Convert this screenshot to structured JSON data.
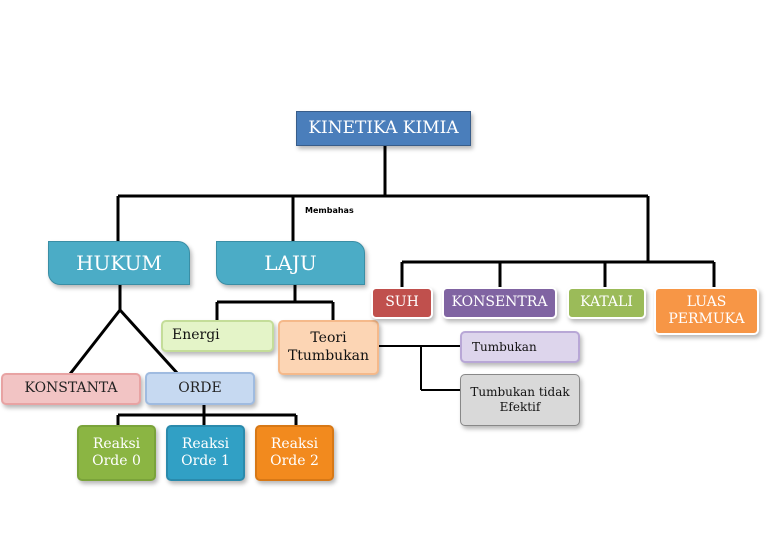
{
  "nodes": {
    "root": "KINETIKA KIMIA",
    "hukum": "HUKUM",
    "laju": "LAJU",
    "konstanta": "KONSTANTA",
    "orde": "ORDE",
    "reaksi_orde_0": "Reaksi\nOrde 0",
    "reaksi_orde_1": "Reaksi\nOrde 1",
    "reaksi_orde_2": "Reaksi\nOrde 2",
    "energi": "Energi",
    "teori_tumbukan": "Teori\nTtumbukan",
    "tumbukan_efektif": "Tumbukan",
    "tumbukan_tidak_efektif": "Tumbukan tidak\nEfektif",
    "suhu": "SUH",
    "konsentrasi": "KONSENTRA",
    "katalis": "KATALI",
    "luas_permukaan": "LUAS\nPERMUKA"
  },
  "edge_label": "Membahas",
  "colors": {
    "root": "#4a7ebb",
    "teal": "#4bacc6",
    "red": "#c0504d",
    "purple": "#8064a2",
    "green": "#9bbb59",
    "orange": "#f79646",
    "blue": "#4bacc6"
  }
}
